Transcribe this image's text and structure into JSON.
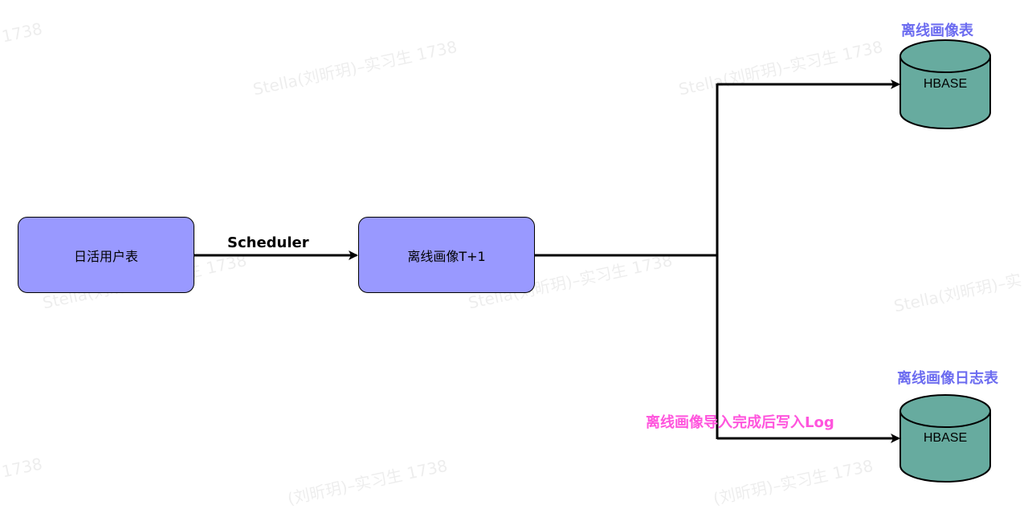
{
  "diagram": {
    "nodes": {
      "daily_active_users": "日活用户表",
      "offline_profile_t1": "离线画像T+1"
    },
    "edge_labels": {
      "scheduler": "Scheduler",
      "log_note": "离线画像导入完成后写入Log"
    },
    "databases": {
      "profile": {
        "title": "离线画像表",
        "engine": "HBASE"
      },
      "log": {
        "title": "离线画像日志表",
        "engine": "HBASE"
      }
    },
    "colors": {
      "node_fill": "#9999ff",
      "db_fill": "#67ab9f",
      "db_title": "#6c6cf0",
      "log_note": "#ff55dd"
    }
  },
  "watermark": {
    "text": "Stella(刘昕玥)–实习生 1738",
    "fragment_id": "1738",
    "fragment_name": "Stella(刘昕玥)–实",
    "fragment_tail": "–实习生 1738",
    "fragment_mid": "(刘昕玥)–实习生 1738",
    "fragment_end": "Stella(刘昕玥)–实习生 1738"
  }
}
